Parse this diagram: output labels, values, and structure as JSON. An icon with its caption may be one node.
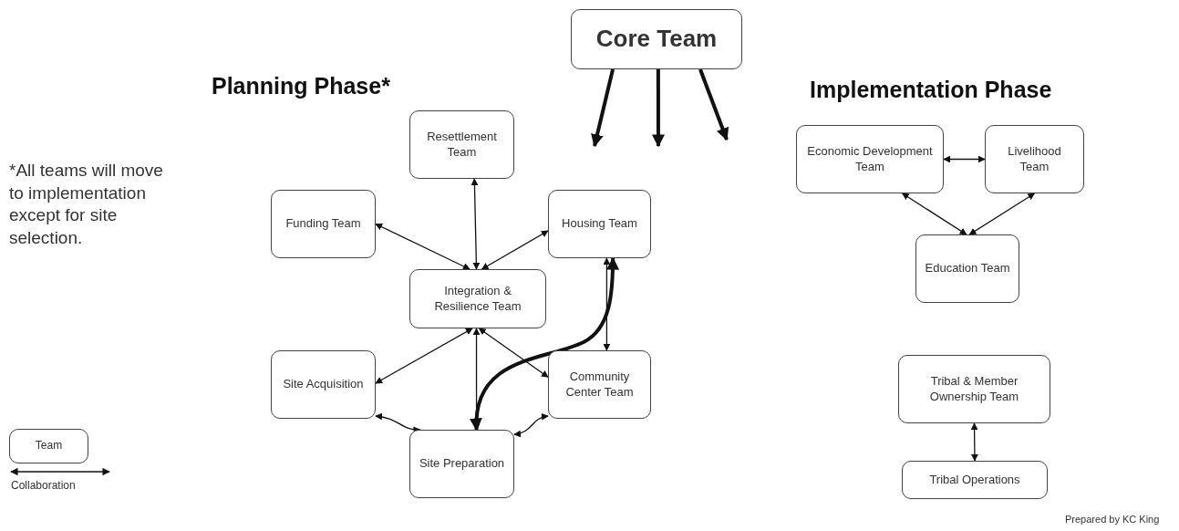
{
  "diagram": {
    "nodes": [
      {
        "text": [
          "Core Team"
        ]
      },
      {
        "text": [
          "Resettlement Team"
        ]
      },
      {
        "text": [
          "Funding Team"
        ]
      },
      {
        "text": [
          "Housing Team"
        ]
      },
      {
        "text": [
          "Integration & Resilience Team"
        ]
      },
      {
        "text": [
          "Site Acquisition"
        ]
      },
      {
        "text": [
          "Community Center Team"
        ]
      },
      {
        "text": [
          "Site Preparation"
        ]
      },
      {
        "text": [
          "Economic Development Team"
        ]
      },
      {
        "text": [
          "Livelihood Team"
        ]
      },
      {
        "text": [
          "Education Team"
        ]
      },
      {
        "text": [
          "Tribal & Member Ownership Team"
        ]
      },
      {
        "text": [
          "Tribal Operations"
        ]
      }
    ],
    "edges": [
      {
        "from": 0,
        "to": null,
        "arrow": "to",
        "style": "thick"
      },
      {
        "from": 0,
        "to": null,
        "arrow": "to",
        "style": "thick"
      },
      {
        "from": 0,
        "to": null,
        "arrow": "to",
        "style": "thick"
      },
      {
        "from": 1,
        "to": 4,
        "arrow": "both"
      },
      {
        "from": 4,
        "to": 2,
        "arrow": "both"
      },
      {
        "from": 4,
        "to": 3,
        "arrow": "both"
      },
      {
        "from": 4,
        "to": 5,
        "arrow": "both"
      },
      {
        "from": 4,
        "to": 7,
        "arrow": "both"
      },
      {
        "from": 4,
        "to": 6,
        "arrow": "both"
      },
      {
        "from": 7,
        "to": 3,
        "arrow": "both",
        "style": "thick"
      },
      {
        "from": 6,
        "to": 3,
        "arrow": "both"
      },
      {
        "from": 5,
        "to": 7,
        "arrow": "both"
      },
      {
        "from": 6,
        "to": 7,
        "arrow": "both"
      },
      {
        "from": 8,
        "to": 9,
        "arrow": "both"
      },
      {
        "from": 8,
        "to": 10,
        "arrow": "both"
      },
      {
        "from": 9,
        "to": 10,
        "arrow": "both"
      },
      {
        "from": 11,
        "to": 12,
        "arrow": "both"
      }
    ],
    "labels": [
      "Planning Phase*",
      "Implementation Phase",
      "*All teams will move to implementation except for site selection.",
      "Prepared by KC King"
    ],
    "legend": [
      {
        "text": "Team"
      },
      {
        "text": "Collaboration"
      }
    ]
  }
}
